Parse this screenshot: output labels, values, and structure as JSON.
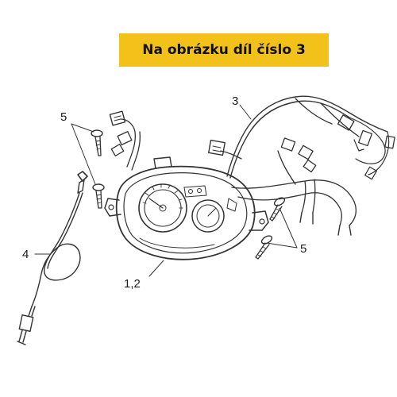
{
  "banner": {
    "text": "Na obrázku díl číslo 3",
    "background": "#f2c21b"
  },
  "callouts": {
    "cluster": "1,2",
    "harness": "3",
    "cable": "4",
    "screws_top": "5",
    "screws_right": "5"
  }
}
